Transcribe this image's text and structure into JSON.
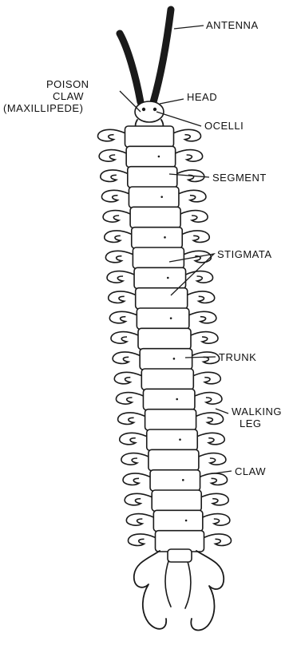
{
  "labels": {
    "antenna": "ANTENNA",
    "poison_claw_1": "POISON",
    "poison_claw_2": "CLAW",
    "poison_claw_3": "(MAXILLIPEDE)",
    "head": "HEAD",
    "ocelli": "OCELLI",
    "segment": "SEGMENT",
    "stigmata": "STIGMATA",
    "trunk": "TRUNK",
    "walking_leg_1": "WALKING",
    "walking_leg_2": "LEG",
    "claw": "CLAW"
  },
  "colors": {
    "ink": "#1a1a1a",
    "background": "#ffffff"
  }
}
